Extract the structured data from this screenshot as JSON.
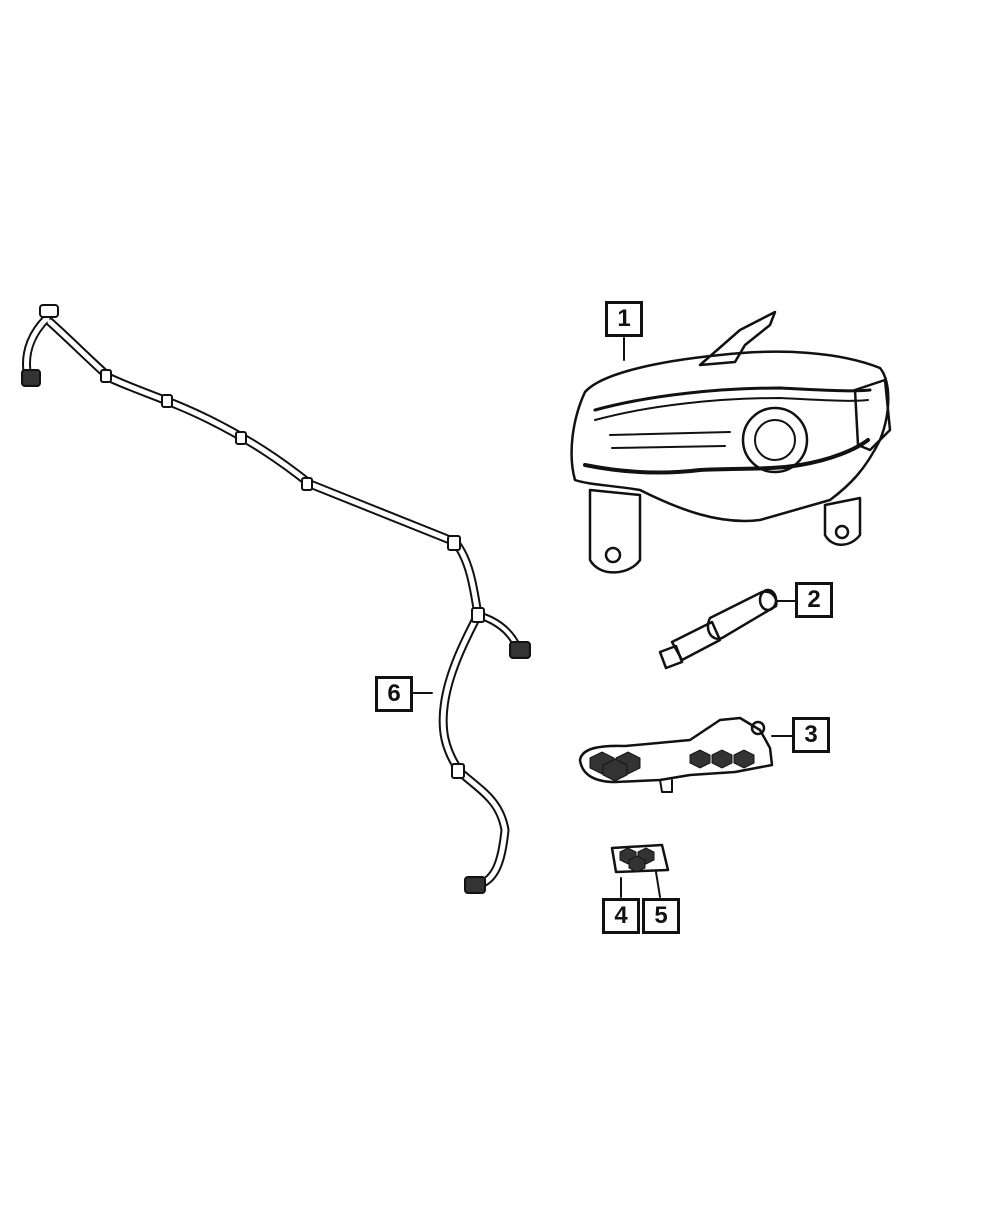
{
  "diagram": {
    "callouts": [
      {
        "id": "1",
        "label": "1",
        "part": "headlamp-assembly"
      },
      {
        "id": "2",
        "label": "2",
        "part": "washer-nozzle"
      },
      {
        "id": "3",
        "label": "3",
        "part": "mounting-bracket"
      },
      {
        "id": "4",
        "label": "4",
        "part": "bracket-clip"
      },
      {
        "id": "5",
        "label": "5",
        "part": "bracket-clip-fastener"
      },
      {
        "id": "6",
        "label": "6",
        "part": "washer-hose-assembly"
      }
    ],
    "colors": {
      "line": "#111111",
      "background": "#ffffff",
      "fill_dark": "#333333"
    }
  }
}
